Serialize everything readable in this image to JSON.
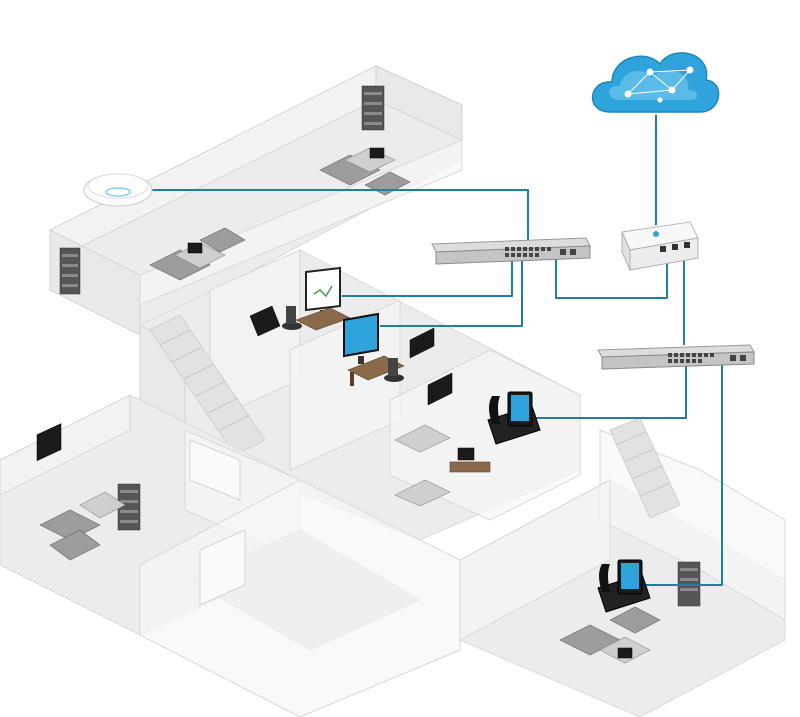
{
  "diagram": {
    "colors": {
      "cable": "#1f7fa0",
      "cloud": "#2fa3db",
      "cloud_light": "#7fd0f2",
      "building_wall": "#f2f2f2",
      "floor": "#ececec"
    },
    "devices": [
      {
        "id": "cloud",
        "icon": "cloud-icon"
      },
      {
        "id": "gateway",
        "icon": "security-gateway-icon"
      },
      {
        "id": "switch-top",
        "icon": "network-switch-icon"
      },
      {
        "id": "switch-bottom",
        "icon": "network-switch-icon"
      },
      {
        "id": "access-point",
        "icon": "wifi-access-point-icon"
      },
      {
        "id": "monitor-1",
        "icon": "monitor-icon"
      },
      {
        "id": "monitor-2",
        "icon": "monitor-icon"
      },
      {
        "id": "phone-1",
        "icon": "voip-phone-icon"
      },
      {
        "id": "phone-2",
        "icon": "voip-phone-icon"
      }
    ],
    "links": [
      {
        "from": "cloud",
        "to": "gateway"
      },
      {
        "from": "gateway",
        "to": "switch-top"
      },
      {
        "from": "gateway",
        "to": "switch-bottom"
      },
      {
        "from": "switch-top",
        "to": "access-point"
      },
      {
        "from": "switch-top",
        "to": "monitor-1"
      },
      {
        "from": "switch-top",
        "to": "monitor-2"
      },
      {
        "from": "switch-bottom",
        "to": "phone-1"
      },
      {
        "from": "switch-bottom",
        "to": "phone-2"
      }
    ]
  }
}
